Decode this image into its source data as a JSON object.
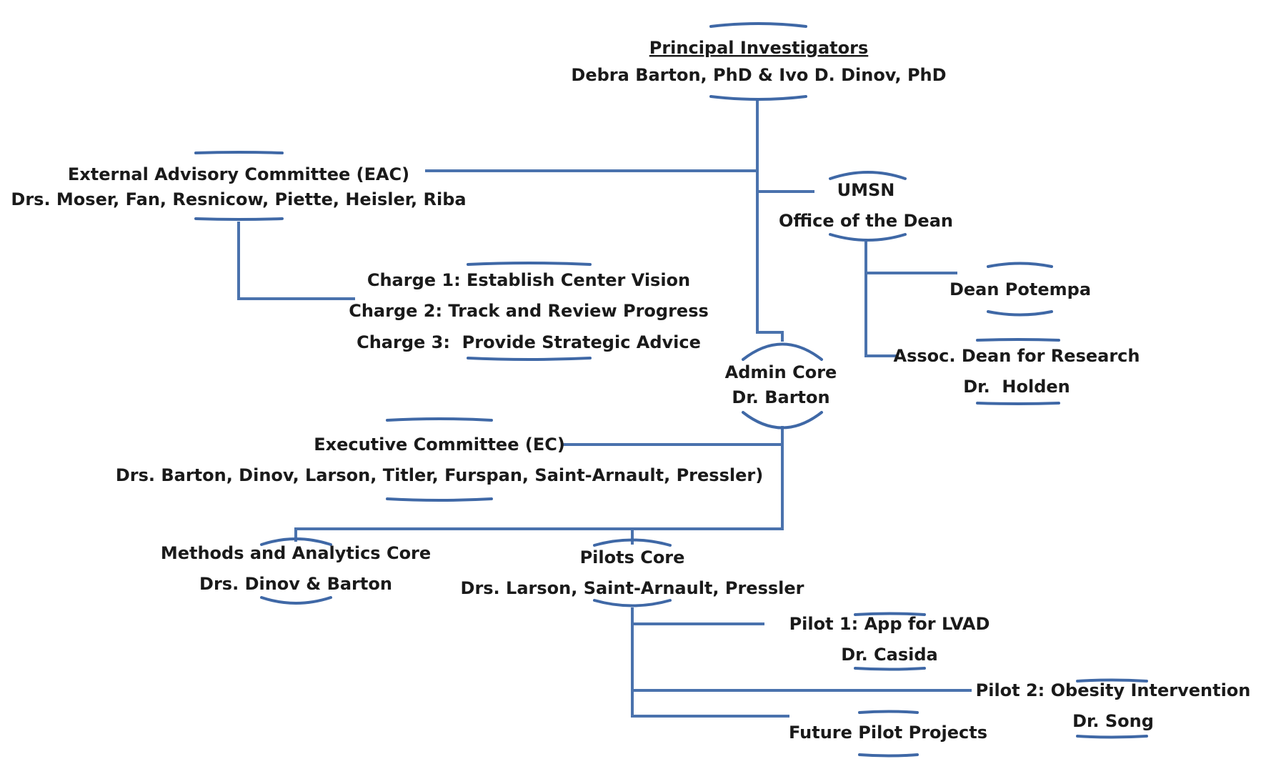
{
  "principal_investigators": {
    "title": "Principal Investigators",
    "names": "Debra Barton, PhD & Ivo D. Dinov, PhD"
  },
  "eac": {
    "title": "External Advisory Committee (EAC)",
    "members": "Drs. Moser, Fan, Resnicow, Piette, Heisler, Riba",
    "charges": [
      "Charge 1: Establish Center Vision",
      "Charge 2: Track and Review Progress",
      "Charge 3:  Provide Strategic Advice"
    ]
  },
  "umsn": {
    "title": "UMSN",
    "subtitle": "Office of the Dean",
    "dean": "Dean Potempa",
    "assoc_title": "Assoc. Dean for Research",
    "assoc_name": "Dr.  Holden"
  },
  "admin_core": {
    "title": "Admin Core",
    "lead": "Dr. Barton"
  },
  "executive_committee": {
    "title": "Executive Committee (EC)",
    "members": "Drs. Barton, Dinov, Larson, Titler, Furspan, Saint-Arnault, Pressler)"
  },
  "methods_core": {
    "title": "Methods and Analytics Core",
    "leads": "Drs. Dinov & Barton"
  },
  "pilots_core": {
    "title": "Pilots Core",
    "leads": "Drs. Larson, Saint-Arnault, Pressler",
    "pilot1_title": "Pilot 1: App for LVAD",
    "pilot1_lead": "Dr. Casida",
    "pilot2_title": "Pilot 2: Obesity Intervention",
    "pilot2_lead": "Dr. Song",
    "future": "Future Pilot Projects"
  },
  "colors": {
    "connector": "#4a72ad",
    "text": "#1a1a1a"
  }
}
